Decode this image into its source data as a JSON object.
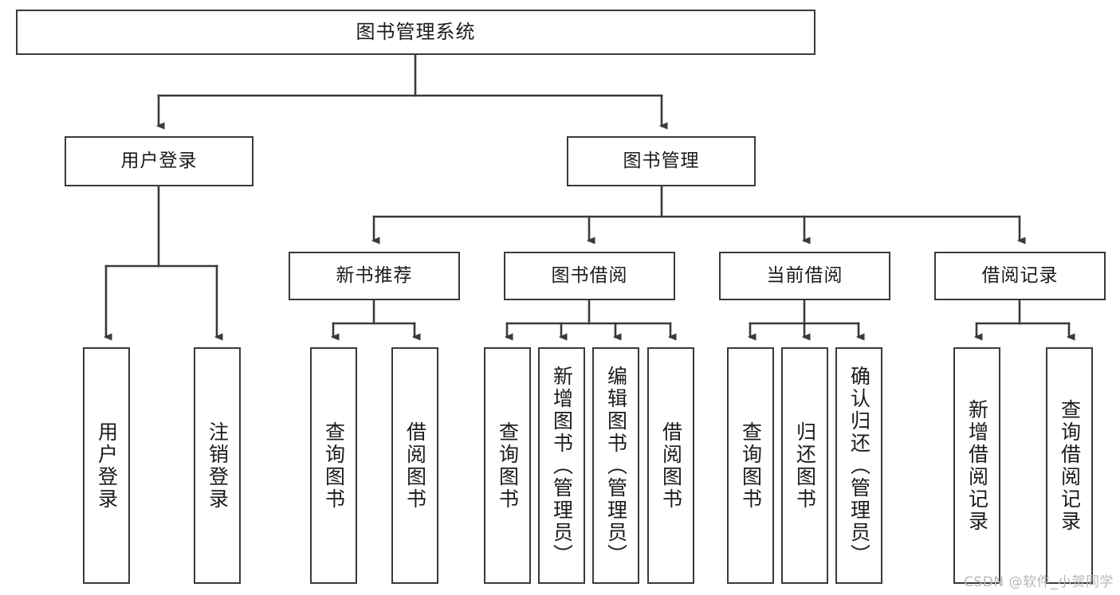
{
  "diagram": {
    "title": "图书管理系统",
    "watermark": "CSDN @软件_小贺同学",
    "type": "tree-hierarchy-diagram",
    "colors": {
      "box_border": "#3a3a3a",
      "box_fill": "#ffffff",
      "connector": "#3a3a3a",
      "text": "#1b1b1b",
      "watermark": "#b6b6b6"
    },
    "nodes": {
      "root": {
        "label": "图书管理系统"
      },
      "level2": [
        {
          "id": "user-login",
          "label": "用户登录"
        },
        {
          "id": "book-management",
          "label": "图书管理"
        }
      ],
      "level3": [
        {
          "id": "new-book-recommend",
          "label": "新书推荐"
        },
        {
          "id": "book-borrow",
          "label": "图书借阅"
        },
        {
          "id": "current-borrow",
          "label": "当前借阅"
        },
        {
          "id": "borrow-record",
          "label": "借阅记录"
        }
      ],
      "leaves": {
        "user_login": [
          {
            "id": "leaf-user-login",
            "label": "用户登录"
          },
          {
            "id": "leaf-logout-login",
            "label": "注销登录"
          }
        ],
        "new_book_recommend": [
          {
            "id": "leaf-query-book-1",
            "label": "查询图书"
          },
          {
            "id": "leaf-borrow-book-1",
            "label": "借阅图书"
          }
        ],
        "book_borrow": [
          {
            "id": "leaf-query-book-2",
            "label": "查询图书"
          },
          {
            "id": "leaf-add-book-admin",
            "label": "新增图书（管理员）"
          },
          {
            "id": "leaf-edit-book-admin",
            "label": "编辑图书（管理员）"
          },
          {
            "id": "leaf-borrow-book-2",
            "label": "借阅图书"
          }
        ],
        "current_borrow": [
          {
            "id": "leaf-query-book-3",
            "label": "查询图书"
          },
          {
            "id": "leaf-return-book",
            "label": "归还图书"
          },
          {
            "id": "leaf-confirm-return-admin",
            "label": "确认归还（管理员）"
          }
        ],
        "borrow_record": [
          {
            "id": "leaf-add-borrow-record",
            "label": "新增借阅记录"
          },
          {
            "id": "leaf-query-borrow-record",
            "label": "查询借阅记录"
          }
        ]
      }
    }
  }
}
